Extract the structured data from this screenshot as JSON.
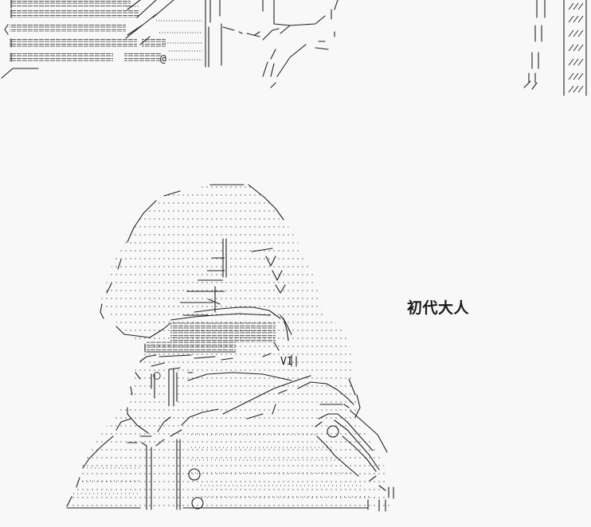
{
  "caption": {
    "text": "初代大人"
  },
  "ascii_art": {
    "glyphs": {
      "at_sign": "@",
      "v_mark": "V",
      "vi_mark": "VI",
      "circle": "〇"
    }
  }
}
